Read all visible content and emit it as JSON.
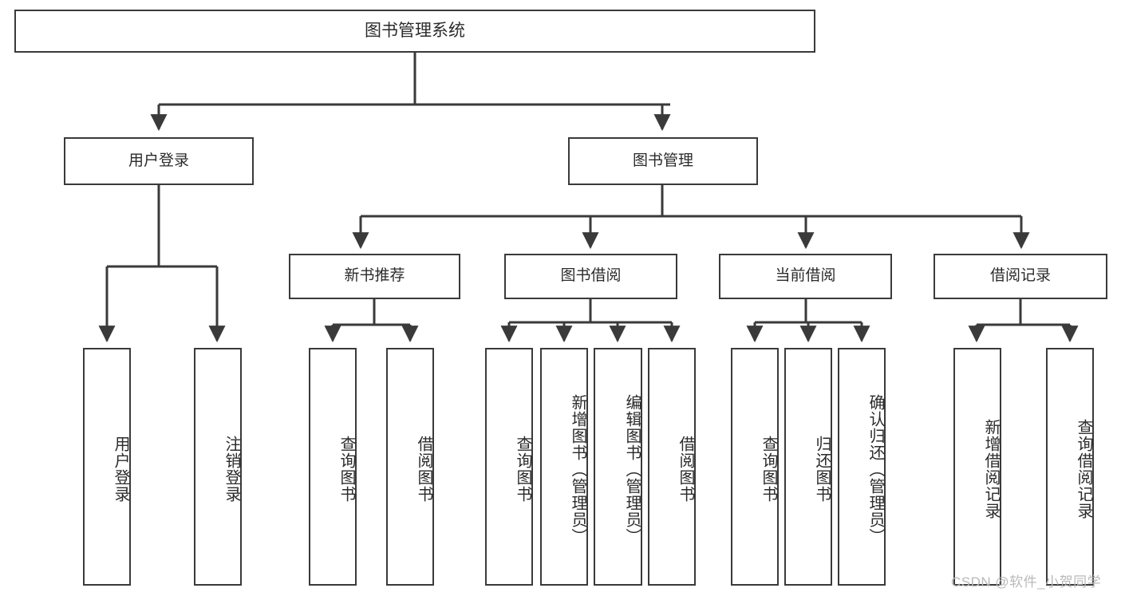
{
  "diagram": {
    "title": "图书管理系统",
    "type": "tree",
    "watermark": "CSDN @软件_小贺同学",
    "colors": {
      "border": "#3a3a3a",
      "background": "#ffffff",
      "text": "#2b2b2b",
      "watermark": "#b9b9b9"
    },
    "nodes": {
      "root": {
        "label": "图书管理系统"
      },
      "level1": [
        {
          "id": "user-login",
          "label": "用户登录"
        },
        {
          "id": "book-manage",
          "label": "图书管理"
        }
      ],
      "level2": [
        {
          "id": "new-book-recommend",
          "label": "新书推荐",
          "parent": "book-manage"
        },
        {
          "id": "book-borrow",
          "label": "图书借阅",
          "parent": "book-manage"
        },
        {
          "id": "current-borrow",
          "label": "当前借阅",
          "parent": "book-manage"
        },
        {
          "id": "borrow-record",
          "label": "借阅记录",
          "parent": "book-manage"
        }
      ],
      "leaves": [
        {
          "id": "leaf-user-login",
          "label": "用户登录",
          "parent": "user-login"
        },
        {
          "id": "leaf-logout-login",
          "label": "注销登录",
          "parent": "user-login"
        },
        {
          "id": "leaf-query-book-1",
          "label": "查询图书",
          "parent": "new-book-recommend"
        },
        {
          "id": "leaf-borrow-book-1",
          "label": "借阅图书",
          "parent": "new-book-recommend"
        },
        {
          "id": "leaf-query-book-2",
          "label": "查询图书",
          "parent": "book-borrow"
        },
        {
          "id": "leaf-add-book",
          "label": "新增图书（管理员）",
          "parent": "book-borrow"
        },
        {
          "id": "leaf-edit-book",
          "label": "编辑图书（管理员）",
          "parent": "book-borrow"
        },
        {
          "id": "leaf-borrow-book-2",
          "label": "借阅图书",
          "parent": "book-borrow"
        },
        {
          "id": "leaf-query-book-3",
          "label": "查询图书",
          "parent": "current-borrow"
        },
        {
          "id": "leaf-return-book",
          "label": "归还图书",
          "parent": "current-borrow"
        },
        {
          "id": "leaf-confirm-return",
          "label": "确认归还（管理员）",
          "parent": "current-borrow"
        },
        {
          "id": "leaf-add-record",
          "label": "新增借阅记录",
          "parent": "borrow-record"
        },
        {
          "id": "leaf-query-record",
          "label": "查询借阅记录",
          "parent": "borrow-record"
        }
      ]
    }
  }
}
